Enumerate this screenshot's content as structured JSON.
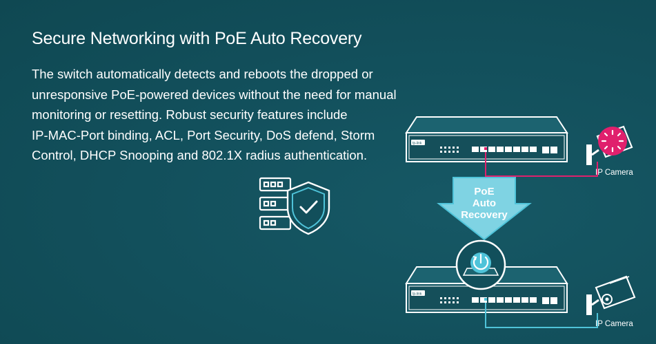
{
  "heading": {
    "title": "Secure Networking with PoE Auto Recovery"
  },
  "description": {
    "lines": [
      "The switch automatically detects and reboots the dropped or",
      "unresponsive PoE-powered devices without the need for manual",
      "monitoring or resetting. Robust security features include",
      "IP-MAC-Port binding, ACL, Port Security, DoS defend, Storm",
      "Control, DHCP Snooping and 802.1X radius authentication."
    ]
  },
  "diagram": {
    "arrow_lines": [
      "PoE",
      "Auto",
      "Recovery"
    ],
    "camera_top_label": "IP Camera",
    "camera_bottom_label": "IP Camera",
    "brand_label_top": "tp-link",
    "brand_label_bottom": "tp-link"
  },
  "colors": {
    "background": "#124f5b",
    "accent_cyan": "#4fc3d9",
    "alert_pink": "#e0206d",
    "line_white": "#ffffff"
  },
  "icons": [
    "server-stack-icon",
    "shield-check-icon",
    "network-switch-icon",
    "ip-camera-icon",
    "power-recovery-icon"
  ]
}
